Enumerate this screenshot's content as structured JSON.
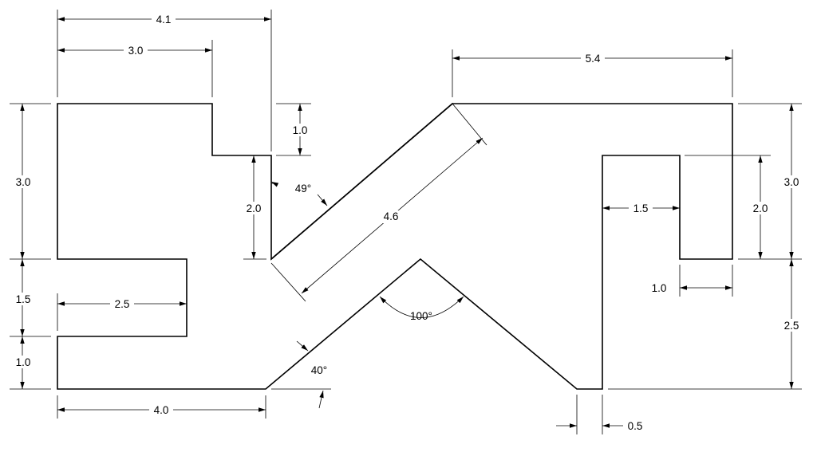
{
  "dimensions": {
    "top_width_4_1": "4.1",
    "top_width_3_0": "3.0",
    "step_height_1_0": "1.0",
    "left_height_3_0": "3.0",
    "inner_height_2_0": "2.0",
    "angle_49": "49°",
    "slot_length_4_6": "4.6",
    "left_height_1_5": "1.5",
    "notch_depth_2_5": "2.5",
    "left_height_1_0": "1.0",
    "base_width_4_0": "4.0",
    "angle_40": "40°",
    "angle_100": "100°",
    "right_width_5_4": "5.4",
    "right_inner_1_5": "1.5",
    "right_inner_2_0": "2.0",
    "right_height_3_0": "3.0",
    "right_inner_1_0": "1.0",
    "right_height_2_5": "2.5",
    "gap_0_5": "0.5"
  }
}
